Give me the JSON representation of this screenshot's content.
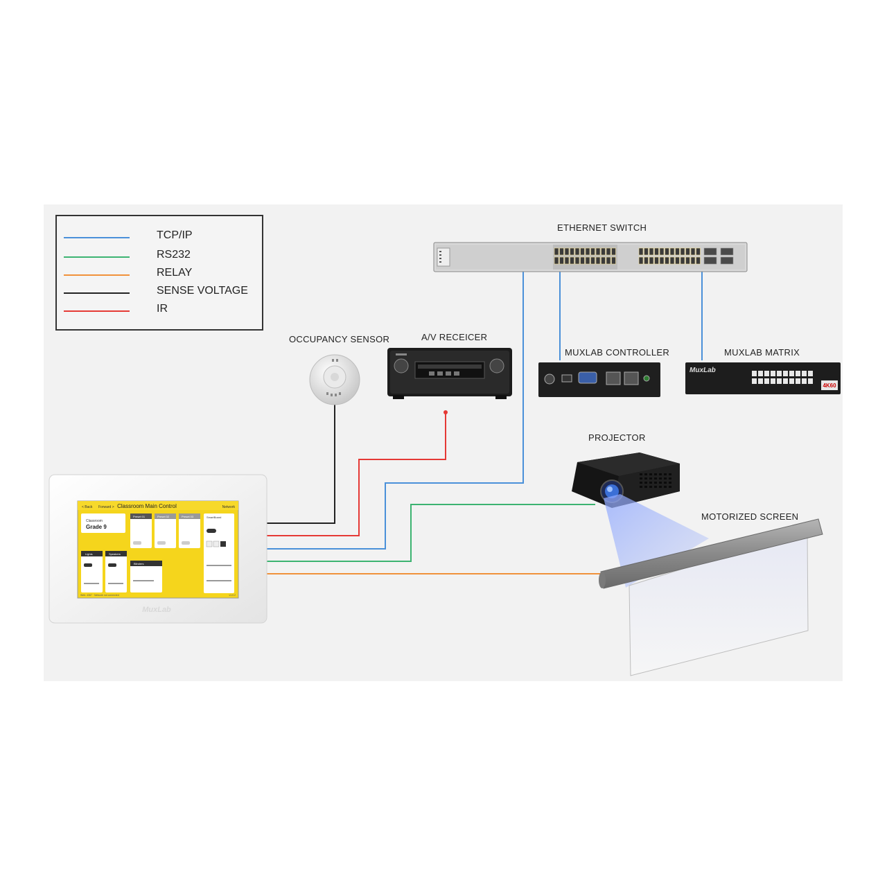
{
  "legend": {
    "items": [
      {
        "label": "TCP/IP",
        "color": "#4a90d9"
      },
      {
        "label": "RS232",
        "color": "#3cb371"
      },
      {
        "label": "RELAY",
        "color": "#f0913a"
      },
      {
        "label": "SENSE VOLTAGE",
        "color": "#222222"
      },
      {
        "label": "IR",
        "color": "#e53935"
      }
    ]
  },
  "devices": {
    "ethernet_switch": "ETHERNET SWITCH",
    "occupancy_sensor": "OCCUPANCY SENSOR",
    "av_receiver": "A/V RECEICER",
    "muxlab_controller": "MUXLAB CONTROLLER",
    "muxlab_matrix": "MUXLAB MATRIX",
    "projector": "PROJECTOR",
    "motorized_screen": "MOTORIZED SCREEN"
  },
  "touch_panel": {
    "brand": "MuxLab",
    "header_back": "< Back",
    "header_forward": "Forward >",
    "title": "Classroom Main Control",
    "network": "Network",
    "room_label": "Classroom",
    "room_name": "Grade 9",
    "tiles": [
      "Preset 01",
      "Preset 02",
      "Preset 03",
      "SmartBoard",
      "Lights",
      "Speakers",
      "Blinders"
    ],
    "footer_left": "Web: 4367 · Network not connected",
    "footer_right": "v1.0.2"
  },
  "matrix_badge": "4K60"
}
